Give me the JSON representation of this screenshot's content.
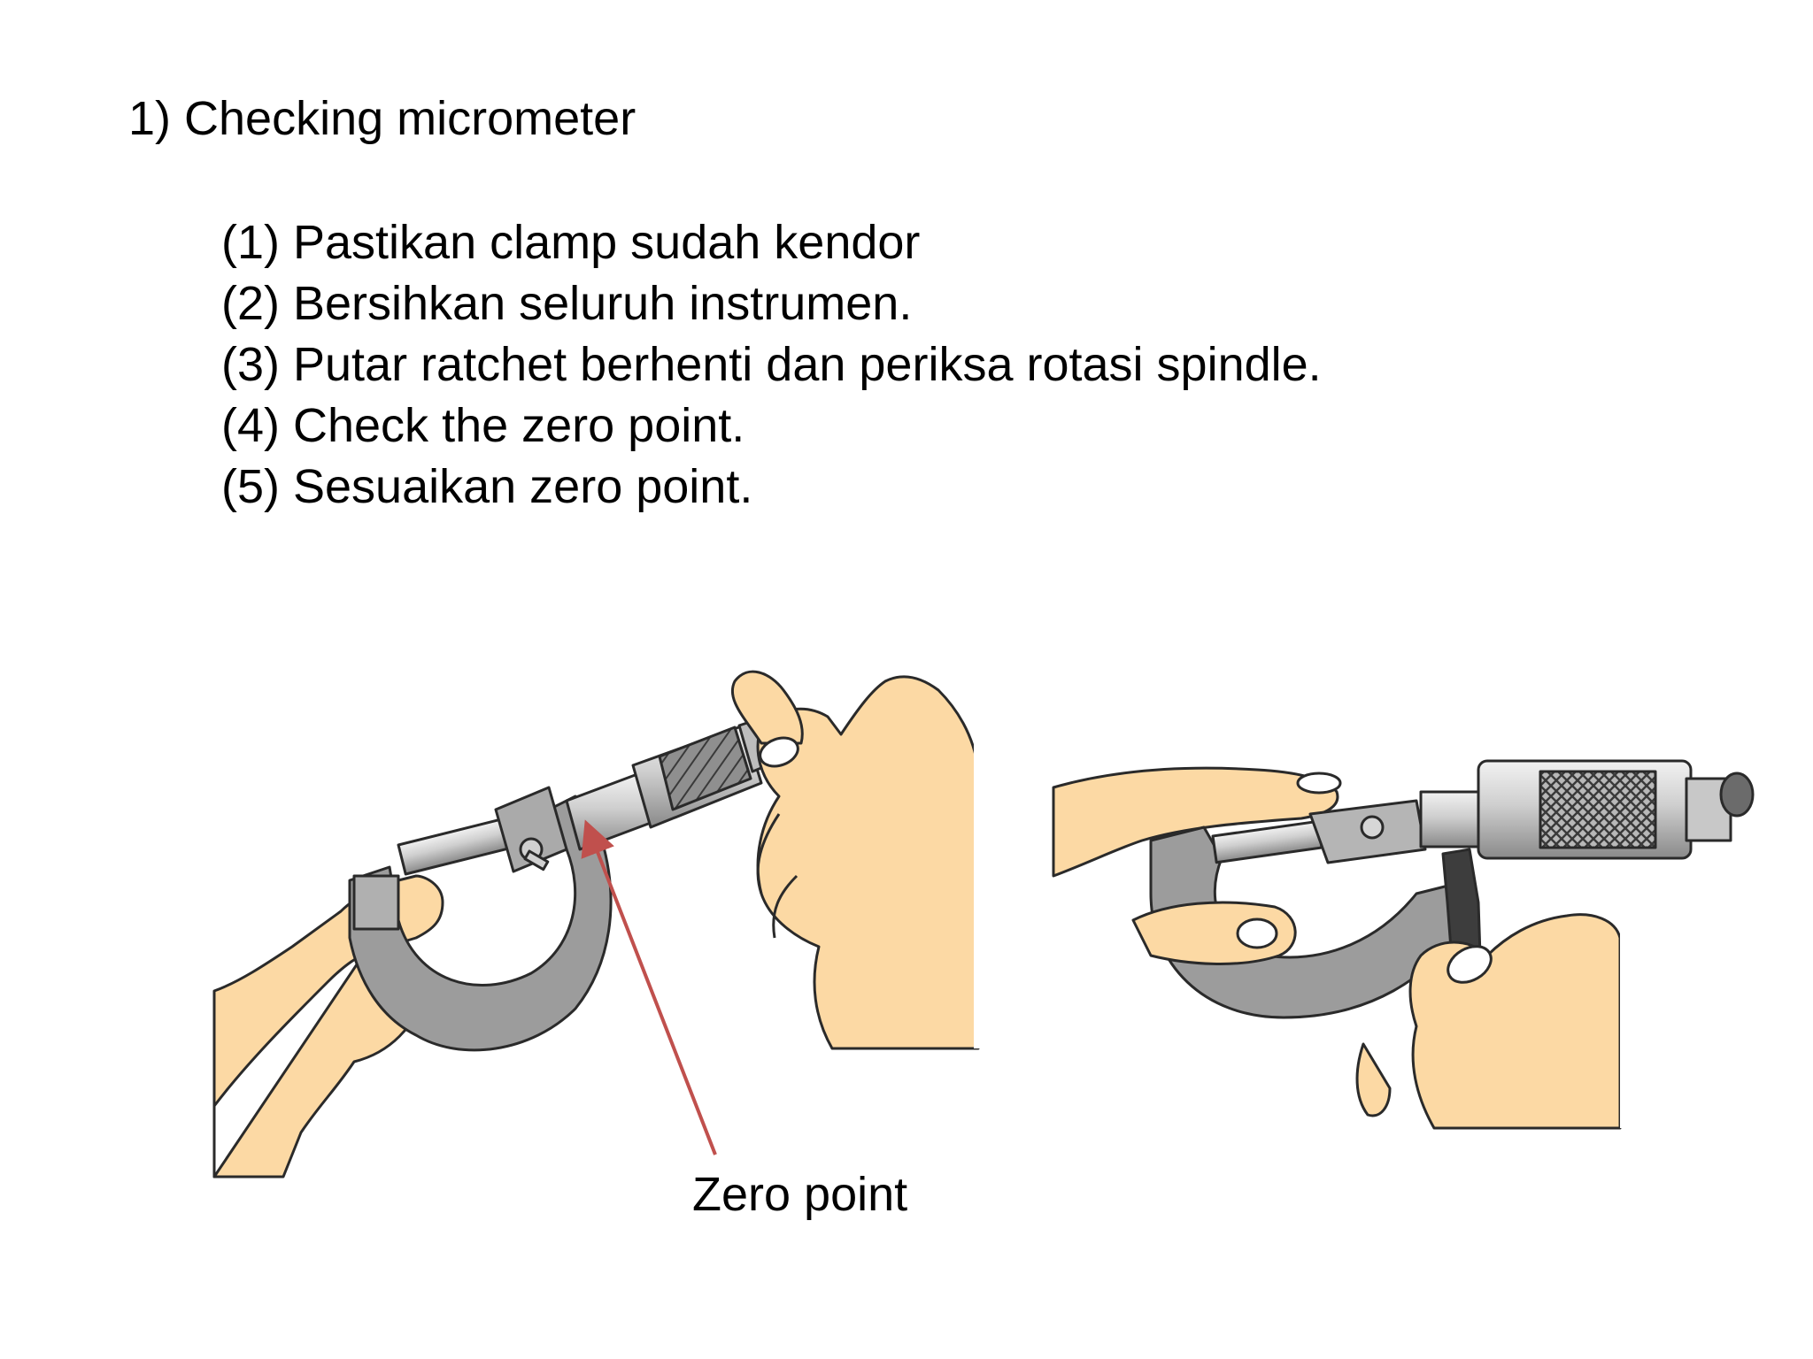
{
  "heading": "1) Checking micrometer",
  "steps": [
    "(1) Pastikan clamp sudah kendor",
    "(2) Bersihkan seluruh instrumen.",
    "(3) Putar ratchet berhenti dan periksa rotasi spindle.",
    "(4) Check the zero point.",
    "(5) Sesuaikan zero point."
  ],
  "figure": {
    "callout_label": "Zero point",
    "colors": {
      "skin": "#fcd9a4",
      "outline": "#2a2a2a",
      "frame_gray": "#9c9c9c",
      "metal_light": "#d6d6d6",
      "arrow": "#c0504d"
    }
  }
}
